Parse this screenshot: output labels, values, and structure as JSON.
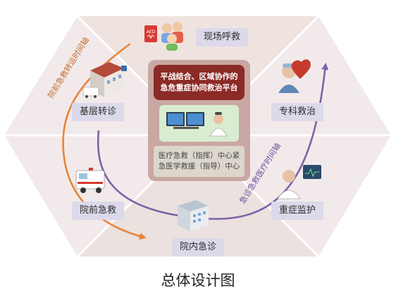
{
  "diagram": {
    "center_platform": {
      "title_line1": "平战结合、区域协作的",
      "title_line2": "急危重症协同救治平台",
      "sub_line1": "医疗急救（指挥）中心紧",
      "sub_line2": "急医学救援（指导）中心"
    },
    "nodes": {
      "scene_rescue": "现场呼救",
      "specialist_treatment": "专科救治",
      "primary_transfer": "基层转诊",
      "prehospital_emergency": "院前急救",
      "critical_monitoring": "重症监护",
      "inhospital_emergency": "院内急诊"
    },
    "arrows": {
      "left_axis_label": "院前急救转运时间轴",
      "right_axis_label": "急诊急救医疗时间轴"
    },
    "icons": {
      "aed_label": "AED"
    },
    "colors": {
      "hexagon_fill": "#f3ecec",
      "triangle_fill": "#ece3e0",
      "label_bg": "#dcd9ea",
      "platform_title_bg": "#8b2a26",
      "left_arrow": "#e8843a",
      "right_arrow": "#7d63a8"
    }
  },
  "caption": "总体设计图"
}
